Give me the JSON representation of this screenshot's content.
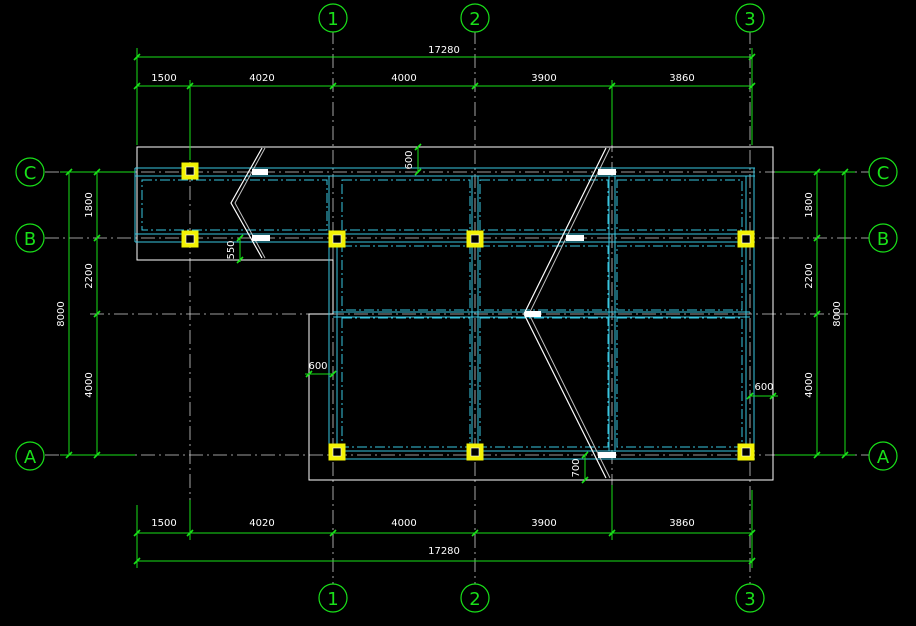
{
  "grid_labels": {
    "cols": [
      "1",
      "2",
      "3"
    ],
    "rows": [
      "C",
      "B",
      "A"
    ]
  },
  "dimensions": {
    "overall": "17280",
    "segments": [
      "1500",
      "4020",
      "4000",
      "3900",
      "3860"
    ],
    "left_total": "8000",
    "left_segments": [
      "1800",
      "2200",
      "4000"
    ],
    "right_total": "8000",
    "right_segments": [
      "1800",
      "2200",
      "4000"
    ],
    "offsets": {
      "top": "600",
      "step": "550",
      "left": "600",
      "right": "600",
      "bottom": "700"
    }
  },
  "colors": {
    "background": "#000000",
    "dimension": "#19e019",
    "beam": "#39c6e0",
    "column": "#f3f304",
    "outline": "#ffffff"
  }
}
